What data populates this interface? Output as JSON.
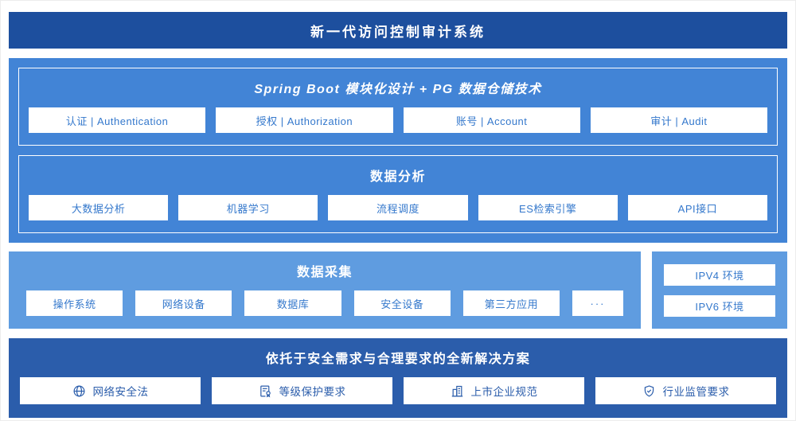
{
  "colors": {
    "header_bg": "#1d4f9e",
    "platform_bg": "#4284d6",
    "collection_bg": "#5f9ce0",
    "solution_bg": "#2b5dab",
    "box_text_blue": "#3478cc",
    "white": "#ffffff"
  },
  "header": {
    "title": "新一代访问控制审计系统"
  },
  "platform": {
    "sections": [
      {
        "title": "Spring Boot 模块化设计 + PG 数据仓储技术",
        "items": [
          "认证 | Authentication",
          "授权 | Authorization",
          "账号 | Account",
          "审计 | Audit"
        ]
      },
      {
        "title": "数据分析",
        "items": [
          "大数据分析",
          "机器学习",
          "流程调度",
          "ES检索引擎",
          "API接口"
        ]
      }
    ]
  },
  "collection": {
    "title": "数据采集",
    "items": [
      "操作系统",
      "网络设备",
      "数据库",
      "安全设备",
      "第三方应用",
      "···"
    ]
  },
  "environments": {
    "items": [
      "IPV4 环境",
      "IPV6 环境"
    ]
  },
  "solution": {
    "title": "依托于安全需求与合理要求的全新解决方案",
    "items": [
      {
        "icon": "globe-icon",
        "label": "网络安全法"
      },
      {
        "icon": "certificate-icon",
        "label": "等级保护要求"
      },
      {
        "icon": "building-icon",
        "label": "上市企业规范"
      },
      {
        "icon": "shield-icon",
        "label": "行业监管要求"
      }
    ]
  }
}
